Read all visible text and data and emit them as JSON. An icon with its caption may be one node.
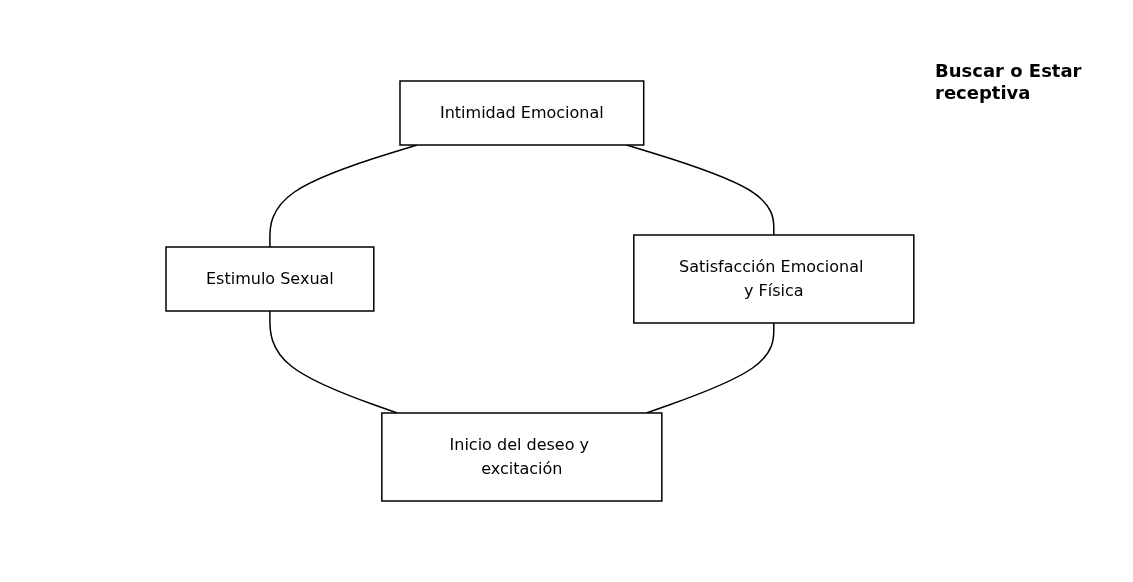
{
  "diagram": {
    "nodes": [
      {
        "text": [
          "Intimidad Emocional"
        ]
      },
      {
        "text": [
          "Satisfacción Emocional y Física"
        ]
      },
      {
        "text": [
          "Estimulo Sexual"
        ]
      },
      {
        "text": [
          "Inicio del deseo y excitación"
        ]
      }
    ],
    "edges": [
      {
        "from": 0,
        "to": 2,
        "arrow": "none"
      },
      {
        "from": 2,
        "to": 3,
        "arrow": "none"
      },
      {
        "from": 1,
        "to": 3,
        "arrow": "none"
      },
      {
        "from": 0,
        "to": 1,
        "arrow": "none"
      }
    ],
    "labels": [
      "Buscar o Estar receptiva"
    ]
  }
}
